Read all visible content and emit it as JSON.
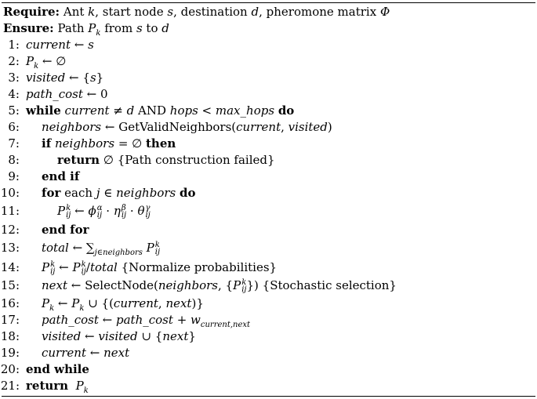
{
  "require_label": "Require:",
  "require_text": "Ant k, start node s, destination d, pheromone matrix Φ",
  "ensure_label": "Ensure:",
  "ensure_text": "Path P_k from s to d",
  "line_numbers": [
    "1:",
    "2:",
    "3:",
    "4:",
    "5:",
    "6:",
    "7:",
    "8:",
    "9:",
    "10:",
    "11:",
    "12:",
    "13:",
    "14:",
    "15:",
    "16:",
    "17:",
    "18:",
    "19:",
    "20:",
    "21:"
  ],
  "keywords": {
    "while": "while",
    "do": "do",
    "if": "if",
    "then": "then",
    "return": "return",
    "end_if": "end if",
    "for": "for",
    "end_for": "end for",
    "end_while": "end while"
  },
  "text": {
    "get_valid_neighbors": "GetValidNeighbors",
    "select_node": "SelectNode",
    "and": "AND",
    "each": "each",
    "comment_failed": "{Path construction failed}",
    "comment_normalize": "{Normalize probabilities}",
    "comment_stochastic": "{Stochastic selection}"
  }
}
